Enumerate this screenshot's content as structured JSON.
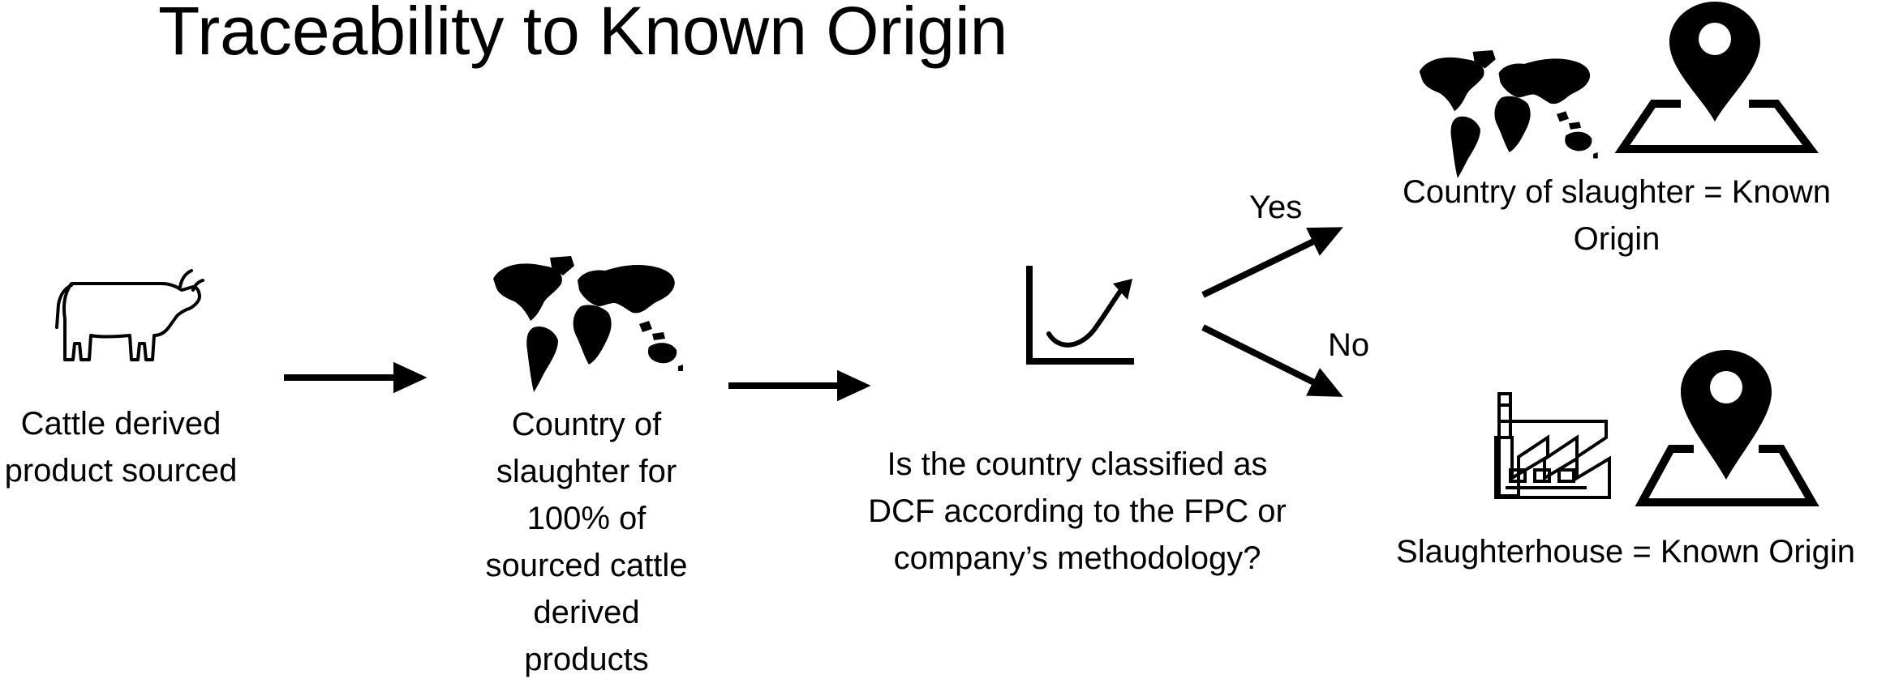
{
  "title": "Traceability to Known Origin",
  "steps": {
    "cattle": "Cattle derived product sourced",
    "country": "Country of slaughter for 100% of sourced cattle derived products",
    "question": "Is the country classified as DCF according to the FPC or company’s methodology?"
  },
  "branches": {
    "yes_label": "Yes",
    "no_label": "No",
    "yes_result": "Country of slaughter = Known Origin",
    "no_result": "Slaughterhouse = Known Origin"
  },
  "icons": [
    "cow-icon",
    "world-map-icon",
    "growth-chart-icon",
    "location-pin-icon",
    "factory-icon"
  ]
}
